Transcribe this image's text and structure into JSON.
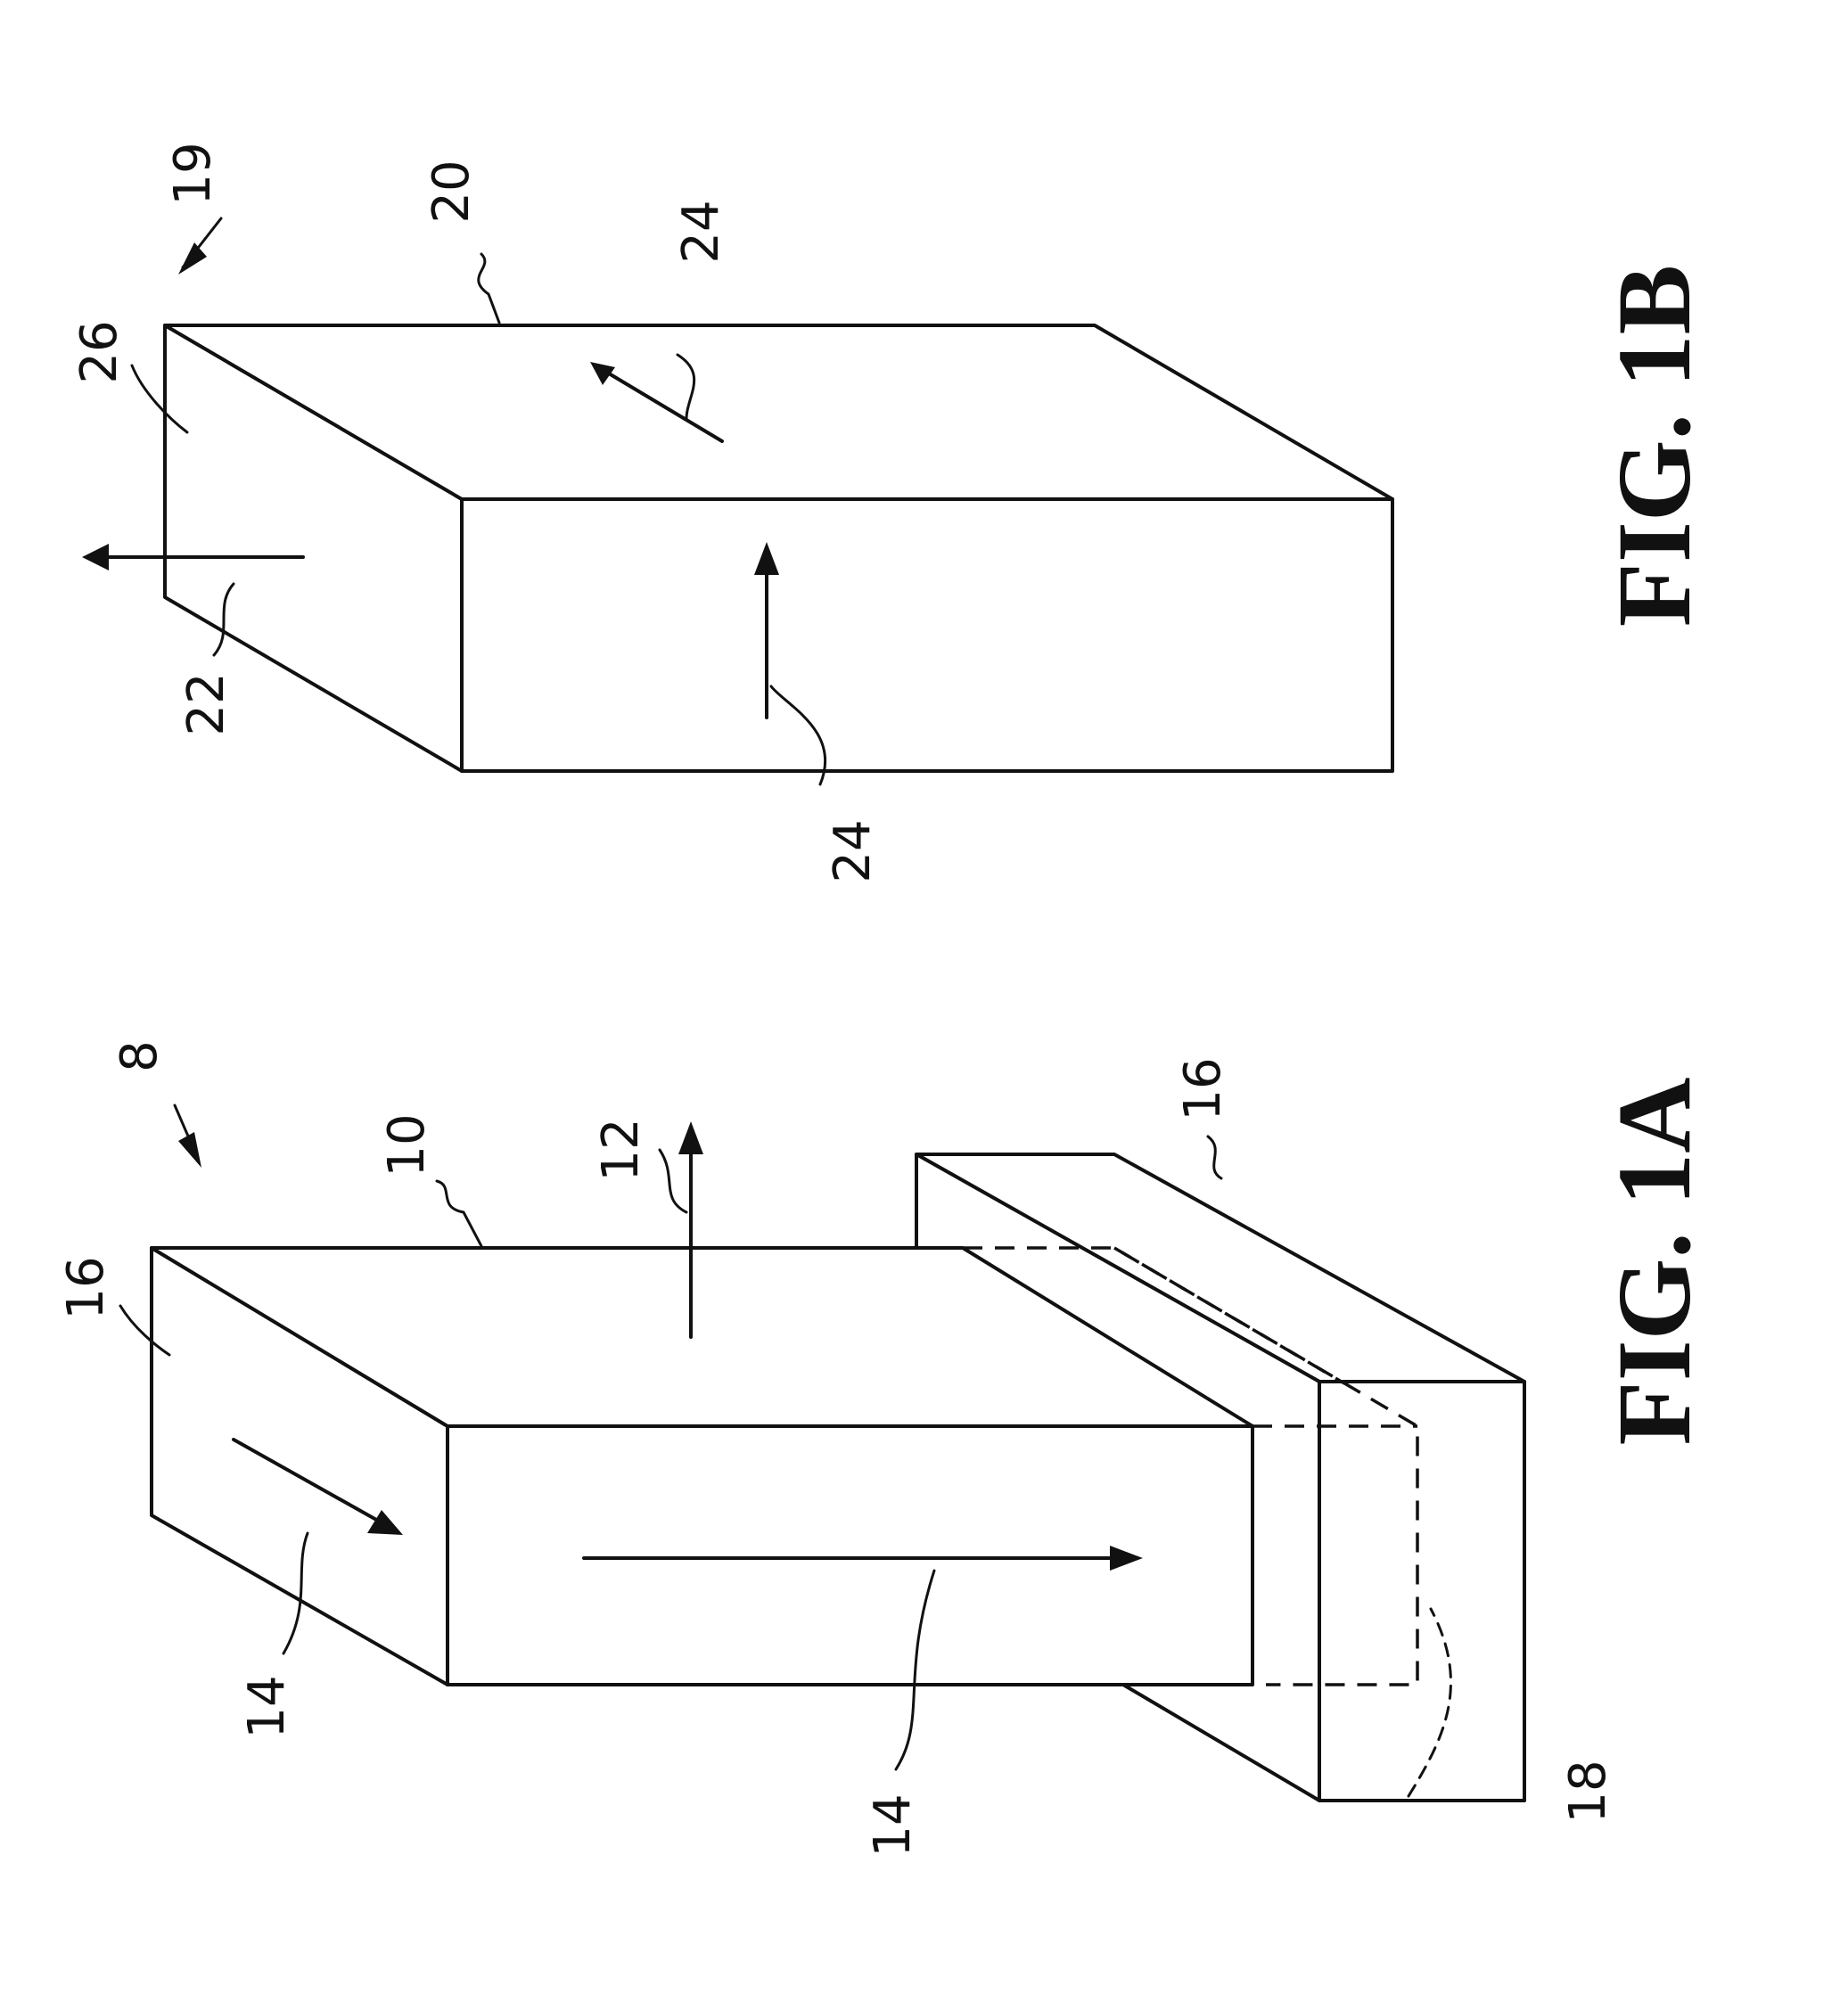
{
  "figures": {
    "fig_1a": {
      "label": "FIG. 1A",
      "refs": {
        "assembly": "8",
        "magnet": "10",
        "field_arrow": "12",
        "top_arrow": "14",
        "front_arrow": "14",
        "top_face": "16",
        "support": "16",
        "recess": "18"
      }
    },
    "fig_1b": {
      "label": "FIG. 1B",
      "refs": {
        "assembly": "19",
        "magnet": "20",
        "top_arrow": "22",
        "side_arrow": "24",
        "front_arrow": "24",
        "top_face": "26"
      }
    }
  },
  "colors": {
    "ink": "#111111",
    "paper": "#ffffff"
  }
}
